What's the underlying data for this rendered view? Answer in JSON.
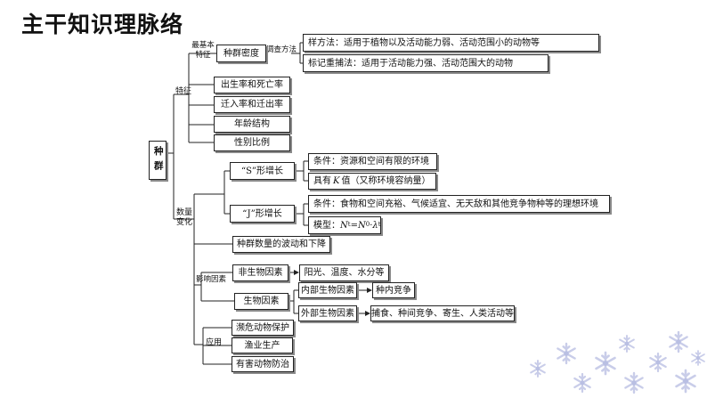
{
  "title": "主干知识理脉络",
  "root": "种群",
  "labels": {
    "basic_feature": "最基本特征",
    "feature": "特征",
    "survey_method": "调查方法",
    "quantity_change": "数量变化",
    "influence": "影响因素",
    "application": "应用"
  },
  "nodes": {
    "density": "种群密度",
    "quadrat": "样方法：适用于植物以及活动能力弱、活动范围小的动物等",
    "mark_recapture": "标记重捕法：适用于活动能力强、活动范围大的动物",
    "birth_death": "出生率和死亡率",
    "migration": "迁入率和迁出率",
    "age_structure": "年龄结构",
    "sex_ratio": "性别比例",
    "s_growth": "“S”形增长",
    "s_cond": "条件：资源和空间有限的环境",
    "s_k_pre": "具有",
    "s_k_var": "K",
    "s_k_post": "值（又称环境容纳量）",
    "j_growth": "“J”形增长",
    "j_cond": "条件：食物和空间充裕、气候适宜、无天敌和其他竞争物种等的理想环境",
    "j_model_pre": "模型：",
    "j_model_nt": "N",
    "j_model_t": "t",
    "j_model_eq": "=",
    "j_model_n0": "N",
    "j_model_0": "0",
    "j_model_dot": "·",
    "j_model_lambda": "λ",
    "j_model_exp": "t",
    "fluctuation": "种群数量的波动和下降",
    "abiotic": "非生物因素",
    "abiotic_items": "阳光、温度、水分等",
    "biotic": "生物因素",
    "internal": "内部生物因素",
    "internal_item": "种内竞争",
    "external": "外部生物因素",
    "external_items": "捕食、种间竞争、寄生、人类活动等",
    "endangered": "濒危动物保护",
    "fishery": "渔业生产",
    "pest": "有害动物防治"
  }
}
